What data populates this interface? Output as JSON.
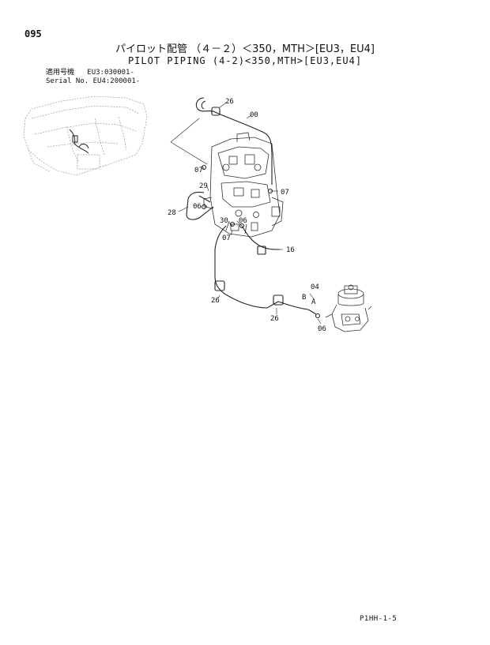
{
  "page_number": "095",
  "title_jp": "パイロット配管 （４－２）＜350，MTH＞[EU3，EU4]",
  "title_en": "PILOT PIPING (4-2)<350,MTH>[EU3,EU4]",
  "serial": {
    "label_jp": "適用号機",
    "label_en": "Serial No.",
    "eu3": "EU3:030001-",
    "eu4": "EU4:200001-"
  },
  "part_labels": {
    "p26a": "26",
    "p00": "00",
    "p07a": "07",
    "p29": "29",
    "p07b": "07",
    "p28": "28",
    "p06a": "06",
    "p30": "30",
    "p06b": "06",
    "p07c": "07",
    "p16": "16",
    "p26b": "26",
    "p04": "04",
    "pB": "B",
    "pA": "A",
    "p26c": "26",
    "p06c": "06"
  },
  "footer_code": "P1HH-1-5"
}
